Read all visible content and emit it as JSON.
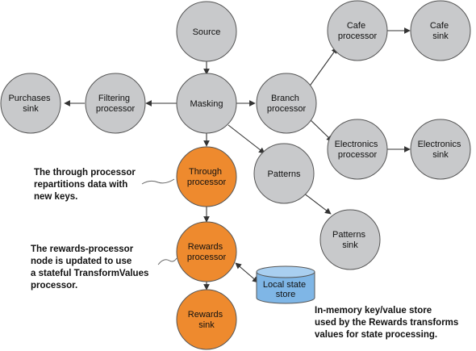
{
  "nodes": {
    "source": [
      "Source"
    ],
    "masking": [
      "Masking"
    ],
    "filtering": [
      "Filtering",
      "processor"
    ],
    "purchases_sink": [
      "Purchases",
      "sink"
    ],
    "branch": [
      "Branch",
      "processor"
    ],
    "cafe_processor": [
      "Cafe",
      "processor"
    ],
    "cafe_sink": [
      "Cafe",
      "sink"
    ],
    "electronics_processor": [
      "Electronics",
      "processor"
    ],
    "electronics_sink": [
      "Electronics",
      "sink"
    ],
    "patterns": [
      "Patterns"
    ],
    "patterns_sink": [
      "Patterns",
      "sink"
    ],
    "through": [
      "Through",
      "processor"
    ],
    "rewards_processor": [
      "Rewards",
      "processor"
    ],
    "rewards_sink": [
      "Rewards",
      "sink"
    ]
  },
  "store": [
    "Local state",
    "store"
  ],
  "annotations": {
    "through": [
      "The through processor",
      "repartitions data with",
      "new keys."
    ],
    "rewards": [
      "The rewards-processor",
      "node is updated to use",
      "a stateful TransformValues",
      "processor."
    ],
    "store": [
      "In-memory key/value store",
      "used by the Rewards transforms",
      "values for state processing."
    ]
  },
  "colors": {
    "gray_node": "#c8c9cb",
    "orange_node": "#ee8a2e",
    "store": "#7fb6e6"
  }
}
